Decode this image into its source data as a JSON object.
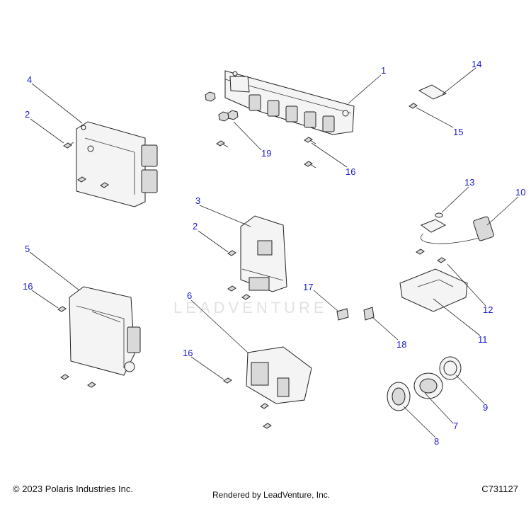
{
  "callouts": {
    "c1": "1",
    "c2a": "2",
    "c2b": "2",
    "c3": "3",
    "c4": "4",
    "c5": "5",
    "c6": "6",
    "c7": "7",
    "c8": "8",
    "c9": "9",
    "c10": "10",
    "c11": "11",
    "c12": "12",
    "c13": "13",
    "c14": "14",
    "c15": "15",
    "c16a": "16",
    "c16b": "16",
    "c16c": "16",
    "c17": "17",
    "c18": "18",
    "c19": "19"
  },
  "watermark": "LEADVENTURE",
  "footer": {
    "copyright": "© 2023 Polaris Industries Inc.",
    "rendered_by": "Rendered by LeadVenture, Inc.",
    "drawing_id": "C731127"
  },
  "colors": {
    "callout": "#1a1ad0",
    "line": "#222222"
  }
}
